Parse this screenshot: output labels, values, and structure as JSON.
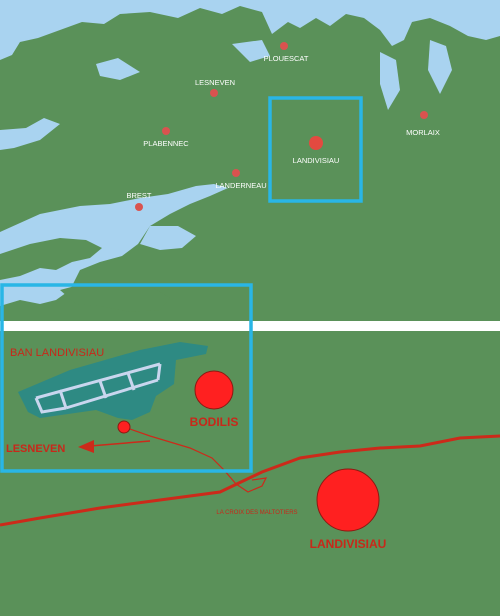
{
  "colors": {
    "sea": "#a9d3f0",
    "land": "#5a9159",
    "land_dark": "#4f8550",
    "town": "#d9534f",
    "town_big": "#ff2020",
    "frame": "#29b6e6",
    "road": "#cc2a1a",
    "label_white": "#ffffff",
    "label_red": "#c8281a",
    "base": "#2e8a83",
    "runway": "#c9d6ee"
  },
  "top_map": {
    "towns": [
      {
        "id": "plouescat",
        "label": "PLOUESCAT"
      },
      {
        "id": "lesneven",
        "label": "LESNEVEN"
      },
      {
        "id": "plabennec",
        "label": "PLABENNEC"
      },
      {
        "id": "landivisiau",
        "label": "LANDIVISIAU"
      },
      {
        "id": "morlaix",
        "label": "MORLAIX"
      },
      {
        "id": "landerneau",
        "label": "LANDERNEAU"
      },
      {
        "id": "brest",
        "label": "BREST"
      }
    ]
  },
  "bottom_map": {
    "base_label": "BAN LANDIVISIAU",
    "bodilis_label": "BODILIS",
    "lesneven_label": "LESNEVEN",
    "croix_label": "LA CROIX DES MALTOTIERS",
    "landivisiau_label": "LANDIVISIAU"
  }
}
